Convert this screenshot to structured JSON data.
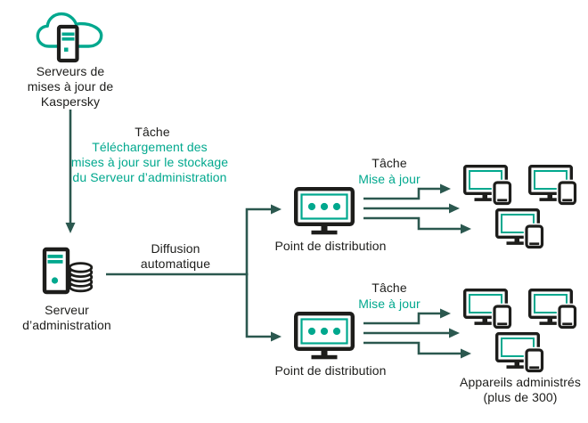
{
  "colors": {
    "accent_teal": "#00a88e",
    "connector_dark_teal": "#2b584f",
    "ink": "#1d1d1b",
    "background": "#ffffff"
  },
  "kaspersky_update_servers": {
    "icon": "cloud-server-icon",
    "label": "Serveurs de\nmises à jour de\nKaspersky"
  },
  "download_task": {
    "title": "Tâche",
    "name": "Téléchargement des\nmises à jour sur le stockage\ndu Serveur d’administration"
  },
  "administration_server": {
    "icon": "server-database-icon",
    "label": "Serveur\nd’administration"
  },
  "distribution_flow": {
    "label": "Diffusion\nautomatique"
  },
  "distribution_point_1": {
    "icon": "monitor-dots-icon",
    "task_title": "Tâche",
    "task_name": "Mise à jour",
    "label": "Point de distribution"
  },
  "distribution_point_2": {
    "icon": "monitor-dots-icon",
    "task_title": "Tâche",
    "task_name": "Mise à jour",
    "label": "Point de distribution"
  },
  "managed_devices": {
    "icon": "desktop-with-phone-icon",
    "label": "Appareils administrés\n(plus de 300)"
  }
}
